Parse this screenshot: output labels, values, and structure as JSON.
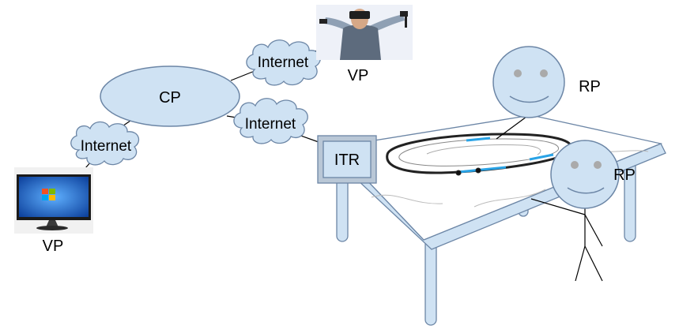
{
  "labels": {
    "cp": "CP",
    "itr": "ITR",
    "internet_left": "Internet",
    "internet_top": "Internet",
    "internet_mid": "Internet",
    "vp_monitor": "VP",
    "vp_vr": "VP",
    "rp_upper": "RP",
    "rp_lower": "RP"
  },
  "icons": {
    "monitor": "desktop-monitor-icon",
    "vr_user": "vr-headset-user-icon",
    "table": "model-railway-table-icon",
    "face": "smiley-face-icon"
  },
  "colors": {
    "node_fill": "#cfe2f3",
    "node_stroke": "#6c86a6",
    "line": "#000000",
    "track_accent": "#29a3e6"
  }
}
